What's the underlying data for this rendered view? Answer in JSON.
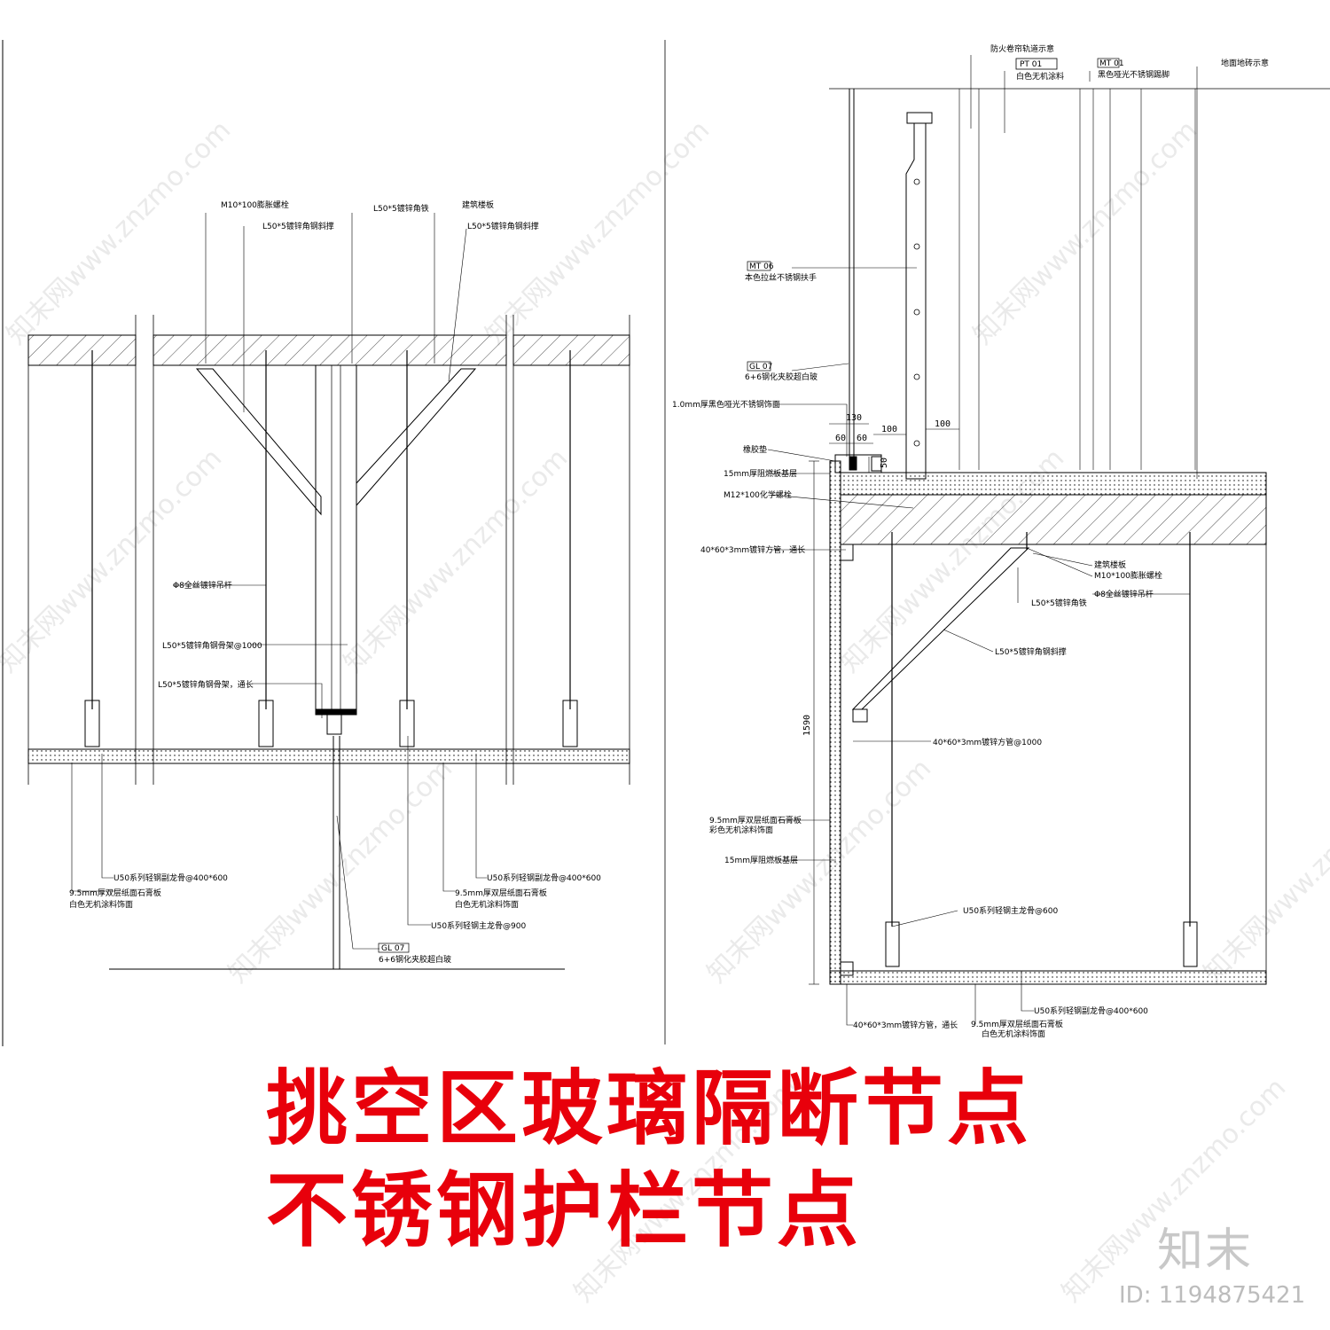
{
  "title_line1": "挑空区玻璃隔断节点",
  "title_line2": "不锈钢护栏节点",
  "brand": "知末",
  "id_text": "ID: 1194875421",
  "watermark": "知末网www.znzmo.com",
  "left_labels": {
    "m10_bolt": "M10*100膨胀螺栓",
    "l50_brace_a": "L50*5镀锌角钢斜撑",
    "l50_angle": "L50*5镀锌角铁",
    "floor_slab": "建筑楼板",
    "l50_brace_b": "L50*5镀锌角钢斜撑",
    "rod": "Φ8全丝镀锌吊杆",
    "frame_1000": "L50*5镀锌角钢骨架@1000",
    "frame_long": "L50*5镀锌角钢骨架，通长",
    "u50_sub_l": "U50系列轻钢副龙骨@400*600",
    "gypsum_l1": "9.5mm厚双层纸面石膏板",
    "gypsum_l2": "白色无机涂料饰面",
    "u50_sub_r": "U50系列轻钢副龙骨@400*600",
    "gypsum_r1": "9.5mm厚双层纸面石膏板",
    "gypsum_r2": "白色无机涂料饰面",
    "u50_main": "U50系列轻钢主龙骨@900",
    "gl07_code": "GL 07",
    "gl07_desc": "6+6钢化夹胶超白玻"
  },
  "right_labels": {
    "shutter": "防火卷帘轨道示意",
    "pt01_code": "PT 01",
    "pt01_desc": "白色无机涂料",
    "mt01_code": "MT 01",
    "mt01_desc": "黑色哑光不锈钢踢脚",
    "floor_tile": "地面地砖示意",
    "mt06_code": "MT 06",
    "mt06_desc": "本色拉丝不锈钢扶手",
    "gl07_code": "GL 07",
    "gl07_desc": "6+6钢化夹胶超白玻",
    "ss_finish": "1.0mm厚黑色哑光不锈钢饰面",
    "rubber": "橡胶垫",
    "base_board": "15mm厚阻燃板基层",
    "chem_bolt": "M12*100化学螺栓",
    "tube_long": "40*60*3mm镀锌方管，通长",
    "floor_slab": "建筑楼板",
    "m10_bolt": "M10*100膨胀螺栓",
    "rod": "Φ8全丝镀锌吊杆",
    "l50_angle": "L50*5镀锌角铁",
    "l50_brace": "L50*5镀锌角钢斜撑",
    "tube_1000": "40*60*3mm镀锌方管@1000",
    "gypsum_side1": "9.5mm厚双层纸面石膏板",
    "gypsum_side2": "彩色无机涂料饰面",
    "base_board2": "15mm厚阻燃板基层",
    "u50_main": "U50系列轻钢主龙骨@600",
    "u50_sub": "U50系列轻钢副龙骨@400*600",
    "tube_long2": "40*60*3mm镀锌方管，通长",
    "gypsum_bot1": "9.5mm厚双层纸面石膏板",
    "gypsum_bot2": "白色无机涂料饰面"
  },
  "dimensions": {
    "d130": "130",
    "d60a": "60",
    "d60b": "60",
    "d100a": "100",
    "d100b": "100",
    "d50": "50",
    "d1590": "1590"
  }
}
